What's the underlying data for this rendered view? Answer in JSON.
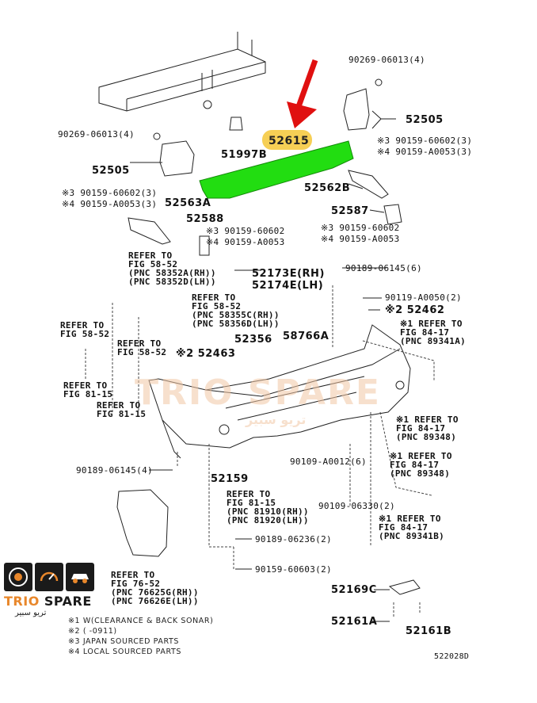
{
  "callout": {
    "part_number": "52615",
    "highlight_color": "#f6cf55",
    "part_fill": "#22dd11",
    "arrow_color": "#e01010"
  },
  "labels": {
    "p_90269_top": "90269-06013(4)",
    "p_90269_left": "90269-06013(4)",
    "p_52505_right": "52505",
    "p_52505_left": "52505",
    "p_51997b": "51997B",
    "p_r_a1": "※3 90159-60602(3)",
    "p_r_a2": "※4 90159-A0053(3)",
    "p_52562b": "52562B",
    "p_l_a1": "※3 90159-60602(3)",
    "p_l_a2": "※4 90159-A0053(3)",
    "p_52563a": "52563A",
    "p_52588": "52588",
    "p_c_a1": "※3 90159-60602",
    "p_c_a2": "※4 90159-A0053",
    "p_52587": "52587",
    "p_r_b1": "※3 90159-60602",
    "p_r_b2": "※4 90159-A0053",
    "p_90189_right": "90189-06145(6)",
    "p_52173e": "52173E(RH)",
    "p_52174e": "52174E(LH)",
    "p_90119": "90119-A0050(2)",
    "p_52462": "※2 52462",
    "p_52356": "52356",
    "p_58766a": "58766A",
    "p_52463": "※2 52463",
    "p_90109_a": "90109-A0012(6)",
    "p_90189_left": "90189-06145(4)",
    "p_52159": "52159",
    "p_90109_b": "90109-06330(2)",
    "p_90189_06236": "90189-06236(2)",
    "p_90159_60603": "90159-60603(2)",
    "p_52169c": "52169C",
    "p_52161a": "52161A",
    "p_52161b": "52161B",
    "diagram_id": "522028D"
  },
  "refs": {
    "r1": [
      "REFER TO",
      "FIG 58-52",
      "(PNC 58352A(RH))",
      "(PNC 58352D(LH))"
    ],
    "r2": [
      "REFER TO",
      "FIG 58-52",
      "(PNC 58355C(RH))",
      "(PNC 58356D(LH))"
    ],
    "r3": [
      "REFER TO",
      "FIG 58-52"
    ],
    "r4": [
      "REFER TO",
      "FIG 58-52"
    ],
    "r5": [
      "REFER TO",
      "FIG 81-15"
    ],
    "r6": [
      "REFER TO",
      "FIG 81-15"
    ],
    "r7": [
      "※1 REFER TO",
      "FIG 84-17",
      "(PNC 89341A)"
    ],
    "r8": [
      "※1 REFER TO",
      "FIG 84-17",
      "(PNC 89348)"
    ],
    "r9": [
      "※1 REFER TO",
      "FIG 84-17",
      "(PNC 89348)"
    ],
    "r10": [
      "※1 REFER TO",
      "FIG 84-17",
      "(PNC 89341B)"
    ],
    "r11": [
      "REFER TO",
      "FIG 81-15",
      "(PNC 81910(RH))",
      "(PNC 81920(LH))"
    ],
    "r12": [
      "REFER TO",
      "FIG 76-52",
      "(PNC 76625G(RH))",
      "(PNC 76626E(LH))"
    ]
  },
  "notes": [
    "※1 W(CLEARANCE & BACK SONAR)",
    "※2 (      -0911)",
    "※3 JAPAN SOURCED PARTS",
    "※4 LOCAL SOURCED PARTS"
  ],
  "brand": {
    "trio": "TRIO",
    "spare": "SPARE",
    "arabic": "تريو سبير",
    "orange": "#e8872b"
  },
  "watermark": {
    "text": "TRIO SPARE",
    "arabic": "تريو سبير"
  }
}
